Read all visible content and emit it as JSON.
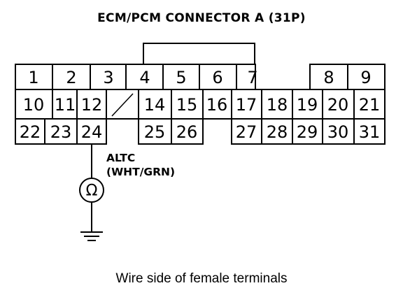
{
  "title": "ECM/PCM CONNECTOR A (31P)",
  "terminals": {
    "t1": "1",
    "t2": "2",
    "t3": "3",
    "t4": "4",
    "t5": "5",
    "t6": "6",
    "t7": "7",
    "t8": "8",
    "t9": "9",
    "t10": "10",
    "t11": "11",
    "t12": "12",
    "t14": "14",
    "t15": "15",
    "t16": "16",
    "t17": "17",
    "t18": "18",
    "t19": "19",
    "t20": "20",
    "t21": "21",
    "t22": "22",
    "t23": "23",
    "t24": "24",
    "t25": "25",
    "t26": "26",
    "t27": "27",
    "t28": "28",
    "t29": "29",
    "t30": "30",
    "t31": "31"
  },
  "wire": {
    "name": "ALTC",
    "color": "(WHT/GRN)"
  },
  "meter_symbol": "Ω",
  "caption": "Wire side of female terminals"
}
